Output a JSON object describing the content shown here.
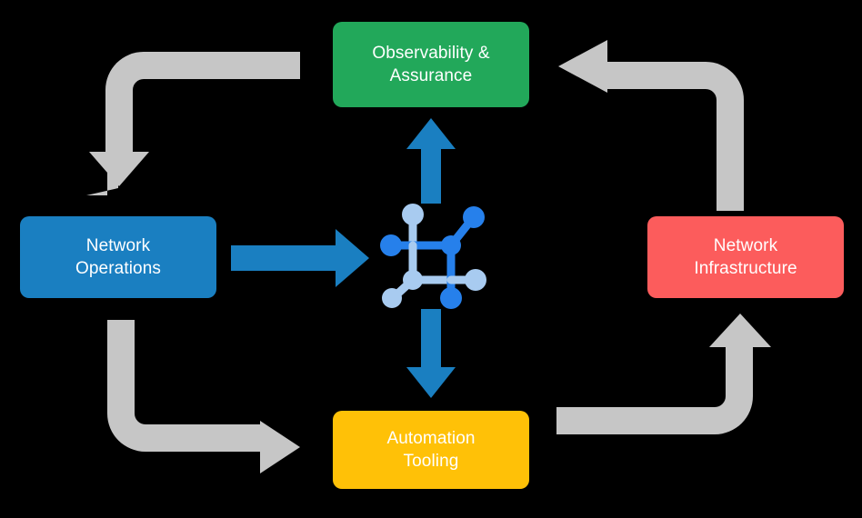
{
  "diagram": {
    "type": "cycle-diagram",
    "background": "#000000",
    "center": {
      "icon": "network-mesh-icon",
      "colors": {
        "dark_node": "#2680EB",
        "light_node": "#A8CBF0"
      }
    },
    "boxes": [
      {
        "id": "observability",
        "label": "Observability &\nAssurance",
        "line1": "Observability &",
        "line2": "Assurance",
        "color": "#22A85A",
        "position": "top"
      },
      {
        "id": "operations",
        "label": "Network\nOperations",
        "line1": "Network",
        "line2": "Operations",
        "color": "#1A7FC1",
        "position": "left"
      },
      {
        "id": "infrastructure",
        "label": "Network\nInfrastructure",
        "line1": "Network",
        "line2": "Infrastructure",
        "color": "#FC5C5C",
        "position": "right"
      },
      {
        "id": "automation",
        "label": "Automation\nTooling",
        "line1": "Automation",
        "line2": "Tooling",
        "color": "#FFC107",
        "position": "bottom"
      }
    ],
    "blue_arrows": [
      {
        "id": "operations-to-center",
        "from": "Network Operations",
        "to": "network-mesh-icon",
        "direction": "right",
        "color": "#1A7FC1"
      },
      {
        "id": "center-to-observability",
        "from": "network-mesh-icon",
        "to": "Observability & Assurance",
        "direction": "up",
        "color": "#1A7FC1"
      },
      {
        "id": "center-to-automation",
        "from": "network-mesh-icon",
        "to": "Automation Tooling",
        "direction": "down",
        "color": "#1A7FC1"
      }
    ],
    "gray_arrows": [
      {
        "id": "observability-to-operations",
        "from": "Observability & Assurance",
        "to": "Network Operations",
        "direction": "left-then-down",
        "color": "#C6C6C6"
      },
      {
        "id": "infrastructure-to-observability",
        "from": "Network Infrastructure",
        "to": "Observability & Assurance",
        "direction": "up-then-left",
        "color": "#C6C6C6"
      },
      {
        "id": "operations-to-automation",
        "from": "Network Operations",
        "to": "Automation Tooling",
        "direction": "down-then-right",
        "color": "#C6C6C6"
      },
      {
        "id": "automation-to-infrastructure",
        "from": "Automation Tooling",
        "to": "Network Infrastructure",
        "direction": "right-then-up",
        "color": "#C6C6C6"
      }
    ]
  }
}
